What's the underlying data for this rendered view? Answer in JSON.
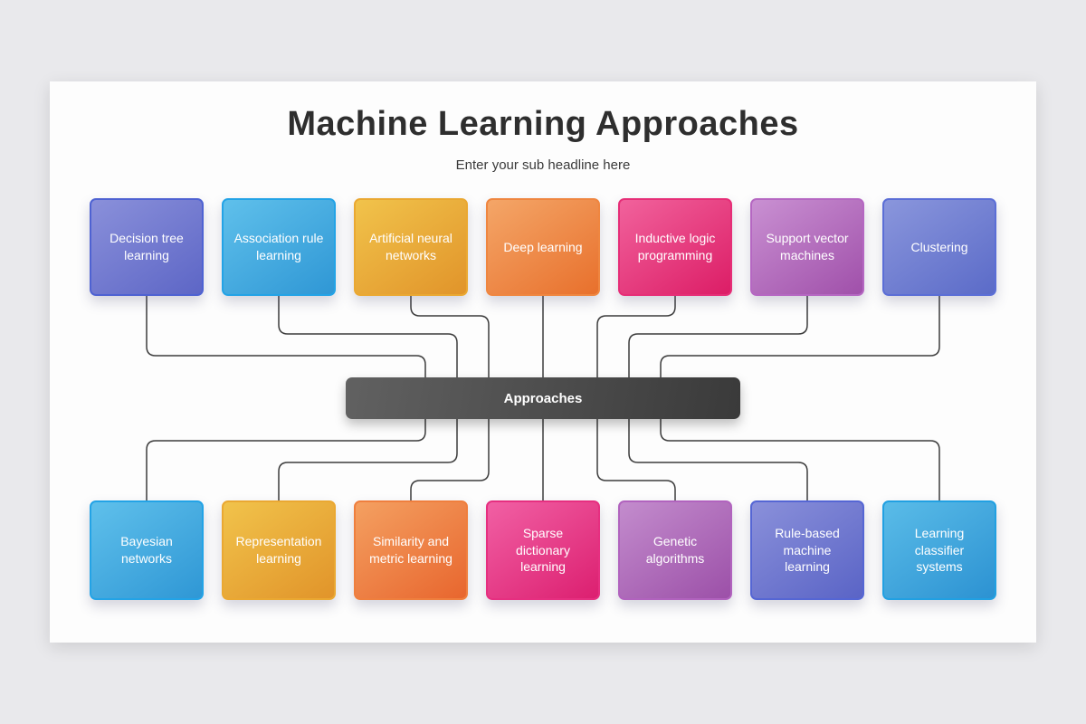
{
  "page": {
    "title": "Machine Learning Approaches",
    "subtitle": "Enter your sub headline here"
  },
  "center_node": {
    "label": "Approaches",
    "bg_start": "#616161",
    "bg_end": "#3a3a3a",
    "text_color": "#ffffff"
  },
  "connector_color": "#3c3c3c",
  "canvas": {
    "page_background": "#e9e9ec",
    "card_background": "#fdfdfd"
  },
  "top_nodes": [
    {
      "label": "Decision tree learning",
      "gradient_start": "#8a90da",
      "gradient_end": "#5d66c6",
      "border": "#4e62d2"
    },
    {
      "label": "Association rule learning",
      "gradient_start": "#5fc0eb",
      "gradient_end": "#2f97d5",
      "border": "#23a3e6"
    },
    {
      "label": "Artificial neural networks",
      "gradient_start": "#f1c34b",
      "gradient_end": "#e1942a",
      "border": "#eaa832"
    },
    {
      "label": "Deep learning",
      "gradient_start": "#f4a668",
      "gradient_end": "#e8702c",
      "border": "#ef8640"
    },
    {
      "label": "Inductive logic programming",
      "gradient_start": "#f1629c",
      "gradient_end": "#dc1d66",
      "border": "#e62e77"
    },
    {
      "label": "Support vector machines",
      "gradient_start": "#c990d2",
      "gradient_end": "#a050aa",
      "border": "#b567c2"
    },
    {
      "label": "Clustering",
      "gradient_start": "#8a96dc",
      "gradient_end": "#5b6bc8",
      "border": "#5b6ed6"
    }
  ],
  "bottom_nodes": [
    {
      "label": "Bayesian networks",
      "gradient_start": "#5fc0eb",
      "gradient_end": "#2f97d5",
      "border": "#23a3e6"
    },
    {
      "label": "Representation learning",
      "gradient_start": "#f1c34b",
      "gradient_end": "#e1942a",
      "border": "#eaa832"
    },
    {
      "label": "Similarity and metric learning",
      "gradient_start": "#f4a061",
      "gradient_end": "#e8662e",
      "border": "#ef7f3e"
    },
    {
      "label": "Sparse dictionary learning",
      "gradient_start": "#f160a4",
      "gradient_end": "#dc1f70",
      "border": "#e62f80"
    },
    {
      "label": "Genetic algorithms",
      "gradient_start": "#c38ccd",
      "gradient_end": "#9c50a8",
      "border": "#b163be"
    },
    {
      "label": "Rule-based machine learning",
      "gradient_start": "#8a90da",
      "gradient_end": "#5a64c6",
      "border": "#5566d4"
    },
    {
      "label": "Learning classifier systems",
      "gradient_start": "#5abce8",
      "gradient_end": "#2c92d2",
      "border": "#21a0e2"
    }
  ]
}
